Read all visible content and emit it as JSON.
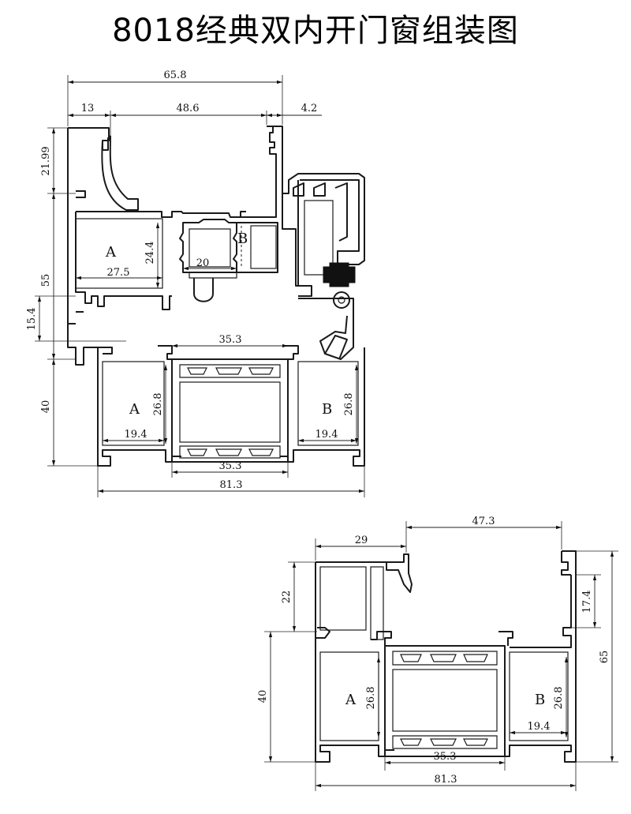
{
  "title": "8018经典双内开门窗组装图",
  "top_drawing": {
    "dimensions": {
      "overall_width": "65.8",
      "left_offset": "13",
      "middle_width": "48.6",
      "right_offset": "4.2",
      "upper_height": "21.99",
      "mid_height": "55",
      "small_height": "15.4",
      "lower_height": "40",
      "chamber_a_height": "24.4",
      "chamber_a_width": "27.5",
      "insert_width": "20",
      "lower_span_top": "35.3",
      "lower_chamber_a_height": "26.8",
      "lower_chamber_a_width": "19.4",
      "lower_chamber_b_height": "26.8",
      "lower_chamber_b_width": "19.4",
      "lower_span_bottom": "35.3",
      "total_width": "81.3"
    },
    "labels": {
      "a_upper": "A",
      "b_upper": "B",
      "a_lower": "A",
      "b_lower": "B"
    }
  },
  "bottom_drawing": {
    "dimensions": {
      "top_left_width": "29",
      "top_right_width": "47.3",
      "left_upper_height": "22",
      "right_small_height": "17.4",
      "overall_height": "65",
      "left_lower_height": "40",
      "chamber_a_height": "26.8",
      "chamber_b_height": "26.8",
      "chamber_b_width": "19.4",
      "middle_span": "35.3",
      "total_width": "81.3"
    },
    "labels": {
      "a": "A",
      "b": "B"
    }
  }
}
